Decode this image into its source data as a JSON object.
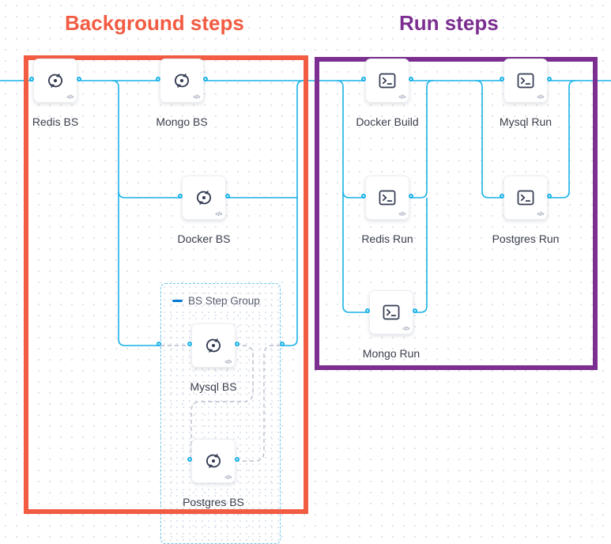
{
  "sections": {
    "background": {
      "title": "Background steps",
      "color": "#f25c43"
    },
    "run": {
      "title": "Run steps",
      "color": "#7c2f90"
    }
  },
  "group": {
    "label": "BS Step Group"
  },
  "nodes": {
    "redis_bs": {
      "label": "Redis BS",
      "type": "background"
    },
    "mongo_bs": {
      "label": "Mongo BS",
      "type": "background"
    },
    "docker_bs": {
      "label": "Docker BS",
      "type": "background"
    },
    "mysql_bs": {
      "label": "Mysql BS",
      "type": "background"
    },
    "postgres_bs": {
      "label": "Postgres BS",
      "type": "background"
    },
    "docker_build": {
      "label": "Docker Build",
      "type": "run"
    },
    "mysql_run": {
      "label": "Mysql Run",
      "type": "run"
    },
    "redis_run": {
      "label": "Redis Run",
      "type": "run"
    },
    "postgres_run": {
      "label": "Postgres Run",
      "type": "run"
    },
    "mongo_run": {
      "label": "Mongo Run",
      "type": "run"
    }
  },
  "glyphs": {
    "code_badge": "</>"
  },
  "colors": {
    "connector": "#18b2e8",
    "dashed_connector": "#b9bccc",
    "background_annotation": "#f25c43",
    "run_annotation": "#7c2f90",
    "group_border": "#6fc8ea",
    "collapse_icon": "#0278d5"
  }
}
